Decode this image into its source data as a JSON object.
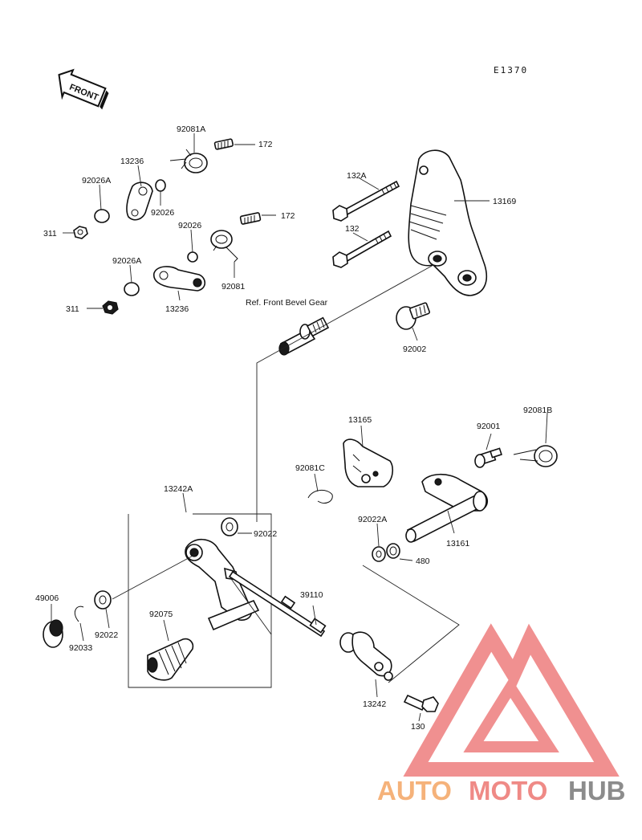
{
  "header": {
    "diagram_code": "E1370",
    "front_label": "FRONT"
  },
  "labels": {
    "p92081A": "92081A",
    "p172a": "172",
    "p13236a": "13236",
    "p92026Aa": "92026A",
    "p92026a": "92026",
    "p311a": "311",
    "p92026b": "92026",
    "p172b": "172",
    "p92026Ab": "92026A",
    "p92081": "92081",
    "p311b": "311",
    "p13236b": "13236",
    "p132A": "132A",
    "p13169": "13169",
    "p132": "132",
    "ref_front_bevel": "Ref. Front Bevel Gear",
    "p92002": "92002",
    "p13165": "13165",
    "p92001": "92001",
    "p92081B": "92081B",
    "p92081C": "92081C",
    "p13242A": "13242A",
    "p92022A": "92022A",
    "p92022a": "92022",
    "p480": "480",
    "p13161": "13161",
    "p49006": "49006",
    "p39110": "39110",
    "p92075": "92075",
    "p92022b": "92022",
    "p92033": "92033",
    "p13242": "13242",
    "p130": "130"
  },
  "watermark": {
    "auto": "AUTO",
    "moto": "MOTO",
    "hub": "HUB",
    "colors": {
      "auto": "#f5b27a",
      "moto": "#ef8a86",
      "hub": "#8c8c8c",
      "logo": "#ee7d7d"
    }
  }
}
